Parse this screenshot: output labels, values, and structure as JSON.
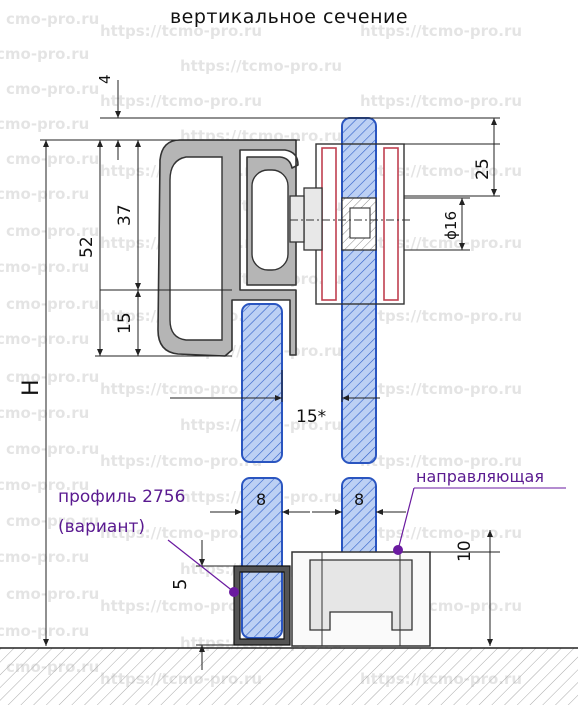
{
  "title": "вертикальное сечение",
  "watermark": {
    "short": "cmo-pro.ru",
    "long": "https://tcmo-pro.ru"
  },
  "dimensions": {
    "d4": "4",
    "d52": "52",
    "d37": "37",
    "d15": "15",
    "dH": "H",
    "d25": "25",
    "dphi16": "ϕ16",
    "d15s": "15*",
    "d8a": "8",
    "d8b": "8",
    "d5": "5",
    "d10": "10"
  },
  "labels": {
    "profile_line1": "профиль 2756",
    "profile_line2": "(вариант)",
    "guide": "направляющая"
  },
  "colors": {
    "glass": "#3f6fd6",
    "profile": "#a8a8a8",
    "wheel": "#c04050",
    "marker": "#6a1aa0",
    "ground": "#9a9a9a"
  }
}
